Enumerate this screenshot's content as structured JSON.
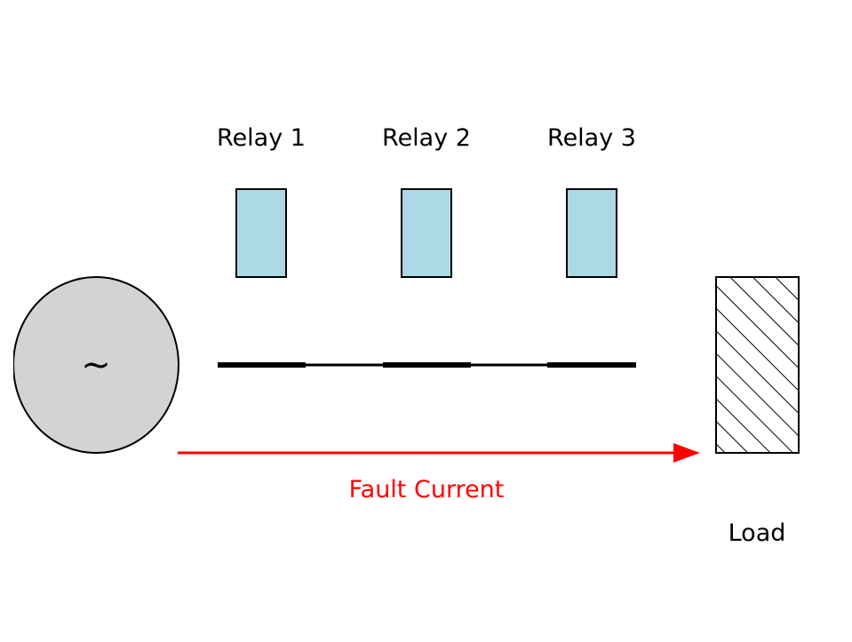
{
  "diagram": {
    "source": {
      "symbol": "~",
      "fill": "#d3d3d3"
    },
    "relays": [
      {
        "label": "Relay 1"
      },
      {
        "label": "Relay 2"
      },
      {
        "label": "Relay 3"
      }
    ],
    "relay_fill": "#add8e6",
    "fault_current": {
      "label": "Fault Current",
      "color": "#ff0000"
    },
    "load": {
      "label": "Load"
    }
  }
}
